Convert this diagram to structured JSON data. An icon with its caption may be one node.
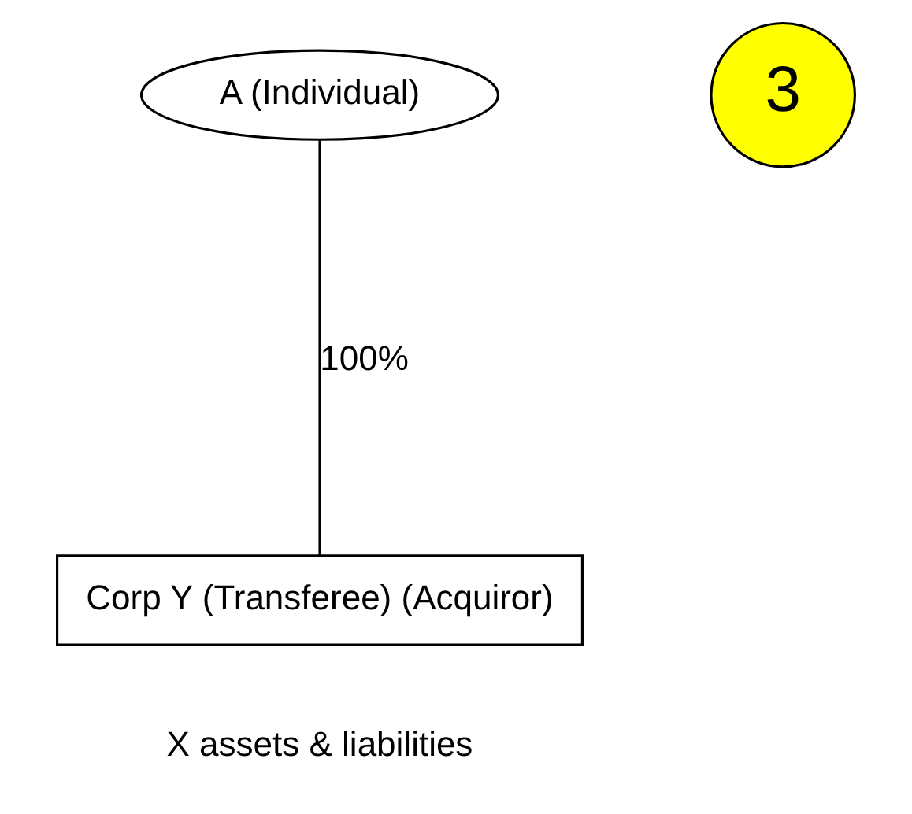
{
  "diagram": {
    "nodes": [
      {
        "text": [
          "A (Individual)"
        ]
      },
      {
        "text": [
          "Corp Y (Transferee) (Acquiror)"
        ],
        "beside": [
          "X assets & liabilities"
        ]
      },
      {
        "text": [
          "3"
        ]
      }
    ],
    "edges": [
      {
        "from": 0,
        "to": 1,
        "arrow": "none",
        "label": "100%"
      }
    ]
  }
}
